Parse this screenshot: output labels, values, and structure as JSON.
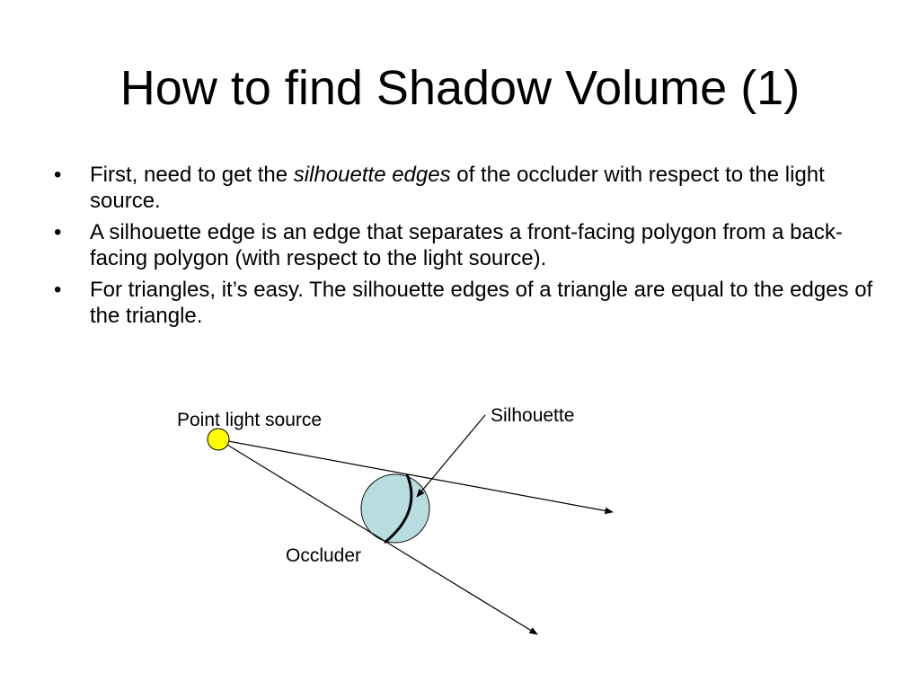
{
  "slide": {
    "title": "How to find Shadow Volume (1)",
    "bullets": [
      {
        "marker": "•",
        "before": "First, need to get the ",
        "emphasis": "silhouette edges",
        "after": " of the occluder with respect to the light source."
      },
      {
        "marker": "•",
        "text": "A silhouette edge is an edge that separates a front-facing polygon from a back-facing polygon (with respect to the light source)."
      },
      {
        "marker": "•",
        "text": "For triangles, it’s easy. The silhouette edges of a triangle are equal to the edges of the triangle."
      }
    ]
  },
  "diagram": {
    "labels": {
      "light": "Point light source",
      "silhouette": "Silhouette",
      "occluder": "Occluder"
    },
    "colors": {
      "light_fill": "#ffff00",
      "occluder_fill": "#b8dde1",
      "lines": "#000000"
    }
  }
}
